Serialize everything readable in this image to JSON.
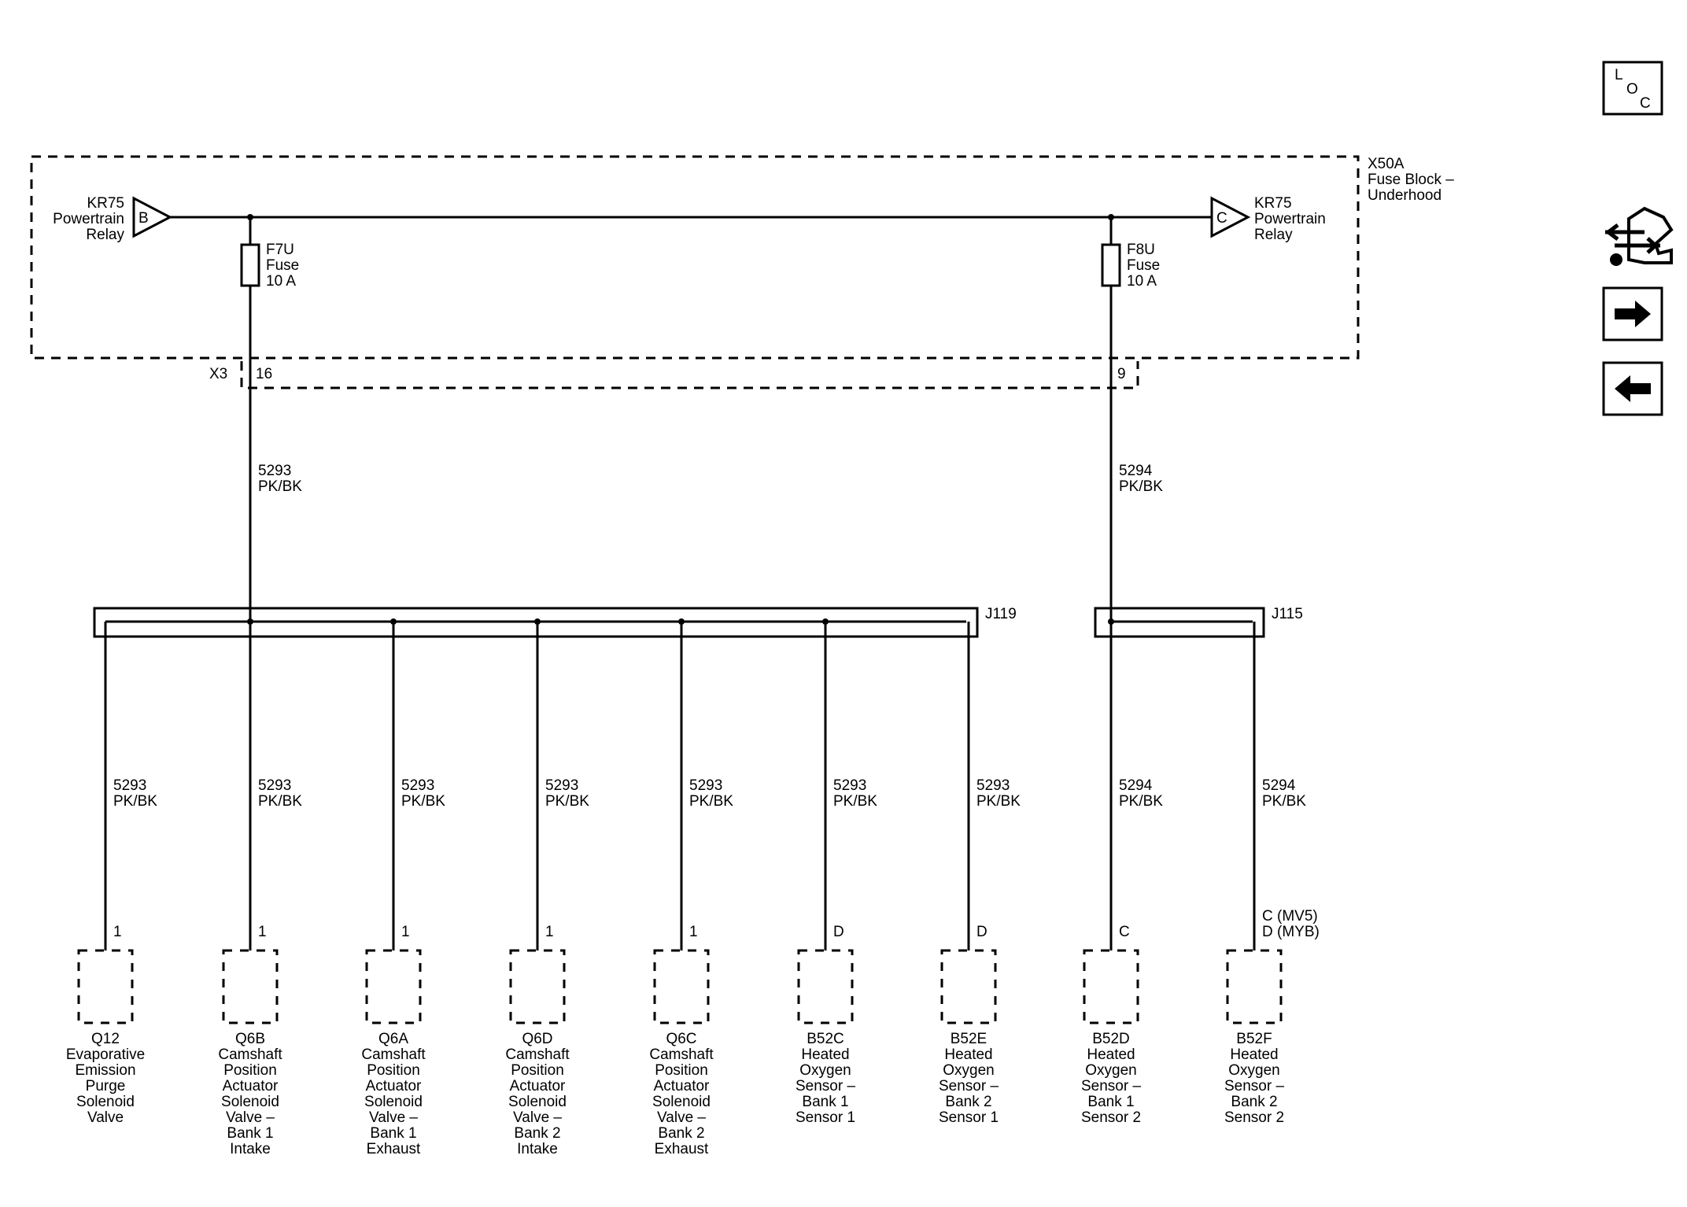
{
  "fuse_block": {
    "id": "X50A",
    "name_line1": "Fuse Block –",
    "name_line2": "Underhood",
    "connector": "X3"
  },
  "relay_left": {
    "id": "KR75",
    "line2": "Powertrain",
    "line3": "Relay",
    "pin": "B"
  },
  "relay_right": {
    "id": "KR75",
    "line2": "Powertrain",
    "line3": "Relay",
    "pin": "C"
  },
  "fuses": [
    {
      "id": "F7U",
      "type": "Fuse",
      "rating": "10 A",
      "pin": "16",
      "wire": "5293",
      "color": "PK/BK"
    },
    {
      "id": "F8U",
      "type": "Fuse",
      "rating": "10 A",
      "pin": "9",
      "wire": "5294",
      "color": "PK/BK"
    }
  ],
  "splices": [
    {
      "id": "J119"
    },
    {
      "id": "J115"
    }
  ],
  "branches": [
    {
      "wire": "5293",
      "color": "PK/BK",
      "pin": "1",
      "pin2": "",
      "lines": [
        "Q12",
        "Evaporative",
        "Emission",
        "Purge",
        "Solenoid",
        "Valve"
      ]
    },
    {
      "wire": "5293",
      "color": "PK/BK",
      "pin": "1",
      "pin2": "",
      "lines": [
        "Q6B",
        "Camshaft",
        "Position",
        "Actuator",
        "Solenoid",
        "Valve –",
        "Bank 1",
        "Intake"
      ]
    },
    {
      "wire": "5293",
      "color": "PK/BK",
      "pin": "1",
      "pin2": "",
      "lines": [
        "Q6A",
        "Camshaft",
        "Position",
        "Actuator",
        "Solenoid",
        "Valve –",
        "Bank 1",
        "Exhaust"
      ]
    },
    {
      "wire": "5293",
      "color": "PK/BK",
      "pin": "1",
      "pin2": "",
      "lines": [
        "Q6D",
        "Camshaft",
        "Position",
        "Actuator",
        "Solenoid",
        "Valve –",
        "Bank 2",
        "Intake"
      ]
    },
    {
      "wire": "5293",
      "color": "PK/BK",
      "pin": "1",
      "pin2": "",
      "lines": [
        "Q6C",
        "Camshaft",
        "Position",
        "Actuator",
        "Solenoid",
        "Valve –",
        "Bank 2",
        "Exhaust"
      ]
    },
    {
      "wire": "5293",
      "color": "PK/BK",
      "pin": "D",
      "pin2": "",
      "lines": [
        "B52C",
        "Heated",
        "Oxygen",
        "Sensor –",
        "Bank 1",
        "Sensor 1"
      ]
    },
    {
      "wire": "5293",
      "color": "PK/BK",
      "pin": "D",
      "pin2": "",
      "lines": [
        "B52E",
        "Heated",
        "Oxygen",
        "Sensor –",
        "Bank 2",
        "Sensor 1"
      ]
    },
    {
      "wire": "5294",
      "color": "PK/BK",
      "pin": "C",
      "pin2": "",
      "lines": [
        "B52D",
        "Heated",
        "Oxygen",
        "Sensor –",
        "Bank 1",
        "Sensor 2"
      ]
    },
    {
      "wire": "5294",
      "color": "PK/BK",
      "pin": "C (MV5)",
      "pin2": "D (MYB)",
      "lines": [
        "B52F",
        "Heated",
        "Oxygen",
        "Sensor –",
        "Bank 2",
        "Sensor 2"
      ]
    }
  ],
  "nav": {
    "loc": [
      "L",
      "O",
      "C"
    ],
    "icons": [
      "connector-symbol-icon",
      "arrow-right-icon",
      "arrow-left-icon"
    ]
  }
}
